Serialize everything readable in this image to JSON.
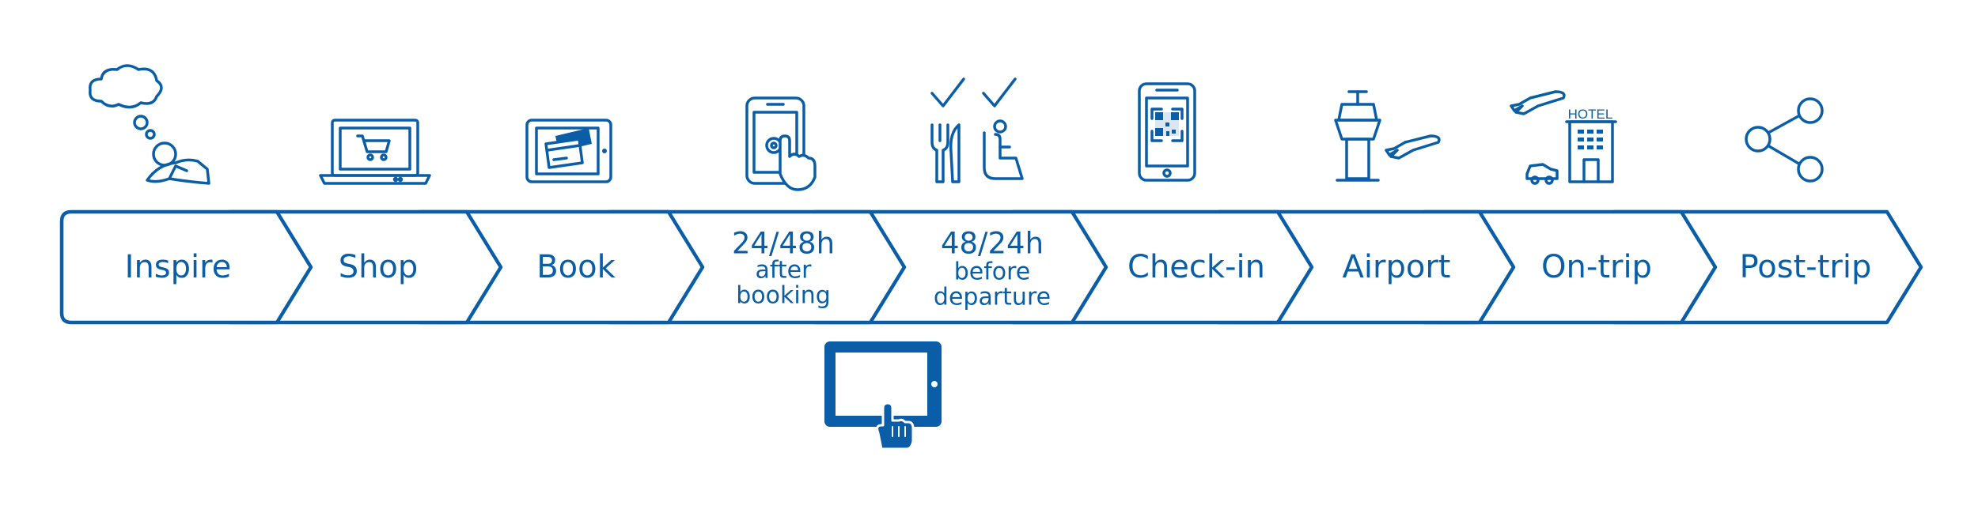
{
  "journey": {
    "steps": [
      {
        "label": "Inspire",
        "icon": "thinking-person-icon"
      },
      {
        "label": "Shop",
        "icon": "laptop-cart-icon"
      },
      {
        "label": "Book",
        "icon": "tablet-cards-icon"
      },
      {
        "label": "24/48h",
        "sub1": "after",
        "sub2": "booking",
        "icon": "phone-touch-icon"
      },
      {
        "label": "48/24h",
        "sub1": "before",
        "sub2": "departure",
        "icon": "meal-seat-check-icon"
      },
      {
        "label": "Check-in",
        "icon": "phone-qr-icon"
      },
      {
        "label": "Airport",
        "icon": "control-tower-plane-icon"
      },
      {
        "label": "On-trip",
        "icon": "hotel-plane-car-icon"
      },
      {
        "label": "Post-trip",
        "icon": "share-icon"
      }
    ],
    "hotel_sign": "HOTEL"
  },
  "highlight": {
    "icon": "tablet-hand-icon"
  },
  "colors": {
    "primary": "#0a5ea8",
    "background": "#ffffff"
  }
}
